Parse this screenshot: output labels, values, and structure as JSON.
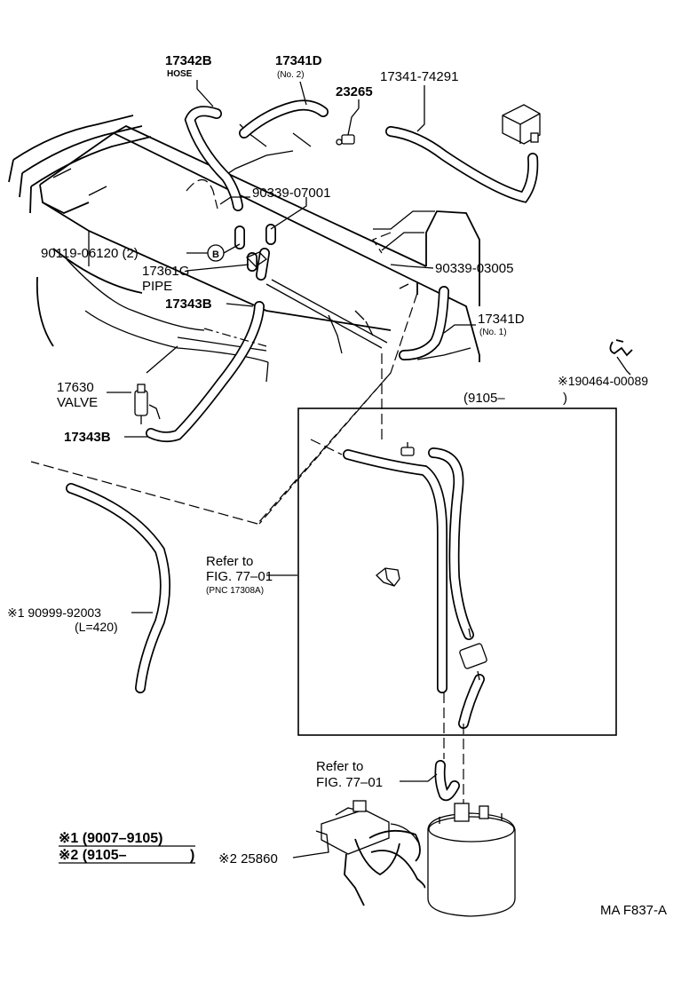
{
  "labels": {
    "p17342b": "17342B",
    "hose": "HOSE",
    "p17341d_top": "17341D",
    "no2": "(No. 2)",
    "p23265": "23265",
    "p17341_74291": "17341-74291",
    "p90339_07001": "90339-07001",
    "p90119_06120": "90119-06120 (2)",
    "bolt_b": "B",
    "p17361g": "17361G",
    "pipe": "PIPE",
    "p90339_03005": "90339-03005",
    "p17343b_top": "17343B",
    "p17341d_bot": "17341D",
    "no1": "(No. 1)",
    "p190464": "※190464-00089",
    "p17630": "17630",
    "valve": "VALVE",
    "box_range_start": "(9105–",
    "box_range_end": ")",
    "p17343b_bot": "17343B",
    "refer1_l1": "Refer to",
    "refer1_l2": "FIG. 77–01",
    "refer1_pnc": "(PNC 17308A)",
    "p90999": "※1 90999-92003",
    "p90999_len": "(L=420)",
    "refer2_l1": "Refer to",
    "refer2_l2": "FIG. 77–01",
    "note1": "※1 (9007–9105)",
    "note2": "※2 (9105–",
    "note2_end": ")",
    "p25860": "※2 25860",
    "fig_code": "MA F837-A"
  },
  "icons": [
    "bolt-b-icon",
    "valve-icon",
    "clip-icon",
    "canister-icon",
    "vsv-bracket-icon",
    "connector-icon"
  ]
}
